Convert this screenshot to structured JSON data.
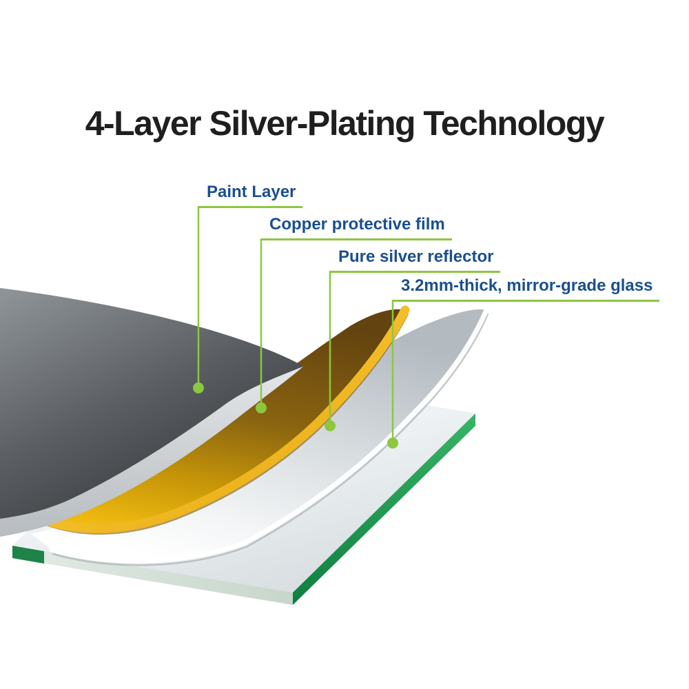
{
  "title": "4-Layer Silver-Plating Technology",
  "labels": [
    {
      "text": "Paint Layer"
    },
    {
      "text": "Copper protective film"
    },
    {
      "text": "Pure silver reflector"
    },
    {
      "text": "3.2mm-thick, mirror-grade glass"
    }
  ],
  "colors": {
    "accent_green": "#8dc63f",
    "label_blue": "#1a4f8f",
    "glass_edge_green": "#159a4a",
    "copper_gold": "#f0bb10",
    "paint_gray": "#55595d",
    "silver_gray": "#c6ccd1",
    "title_black": "#1f1f1f",
    "background": "#ffffff"
  }
}
